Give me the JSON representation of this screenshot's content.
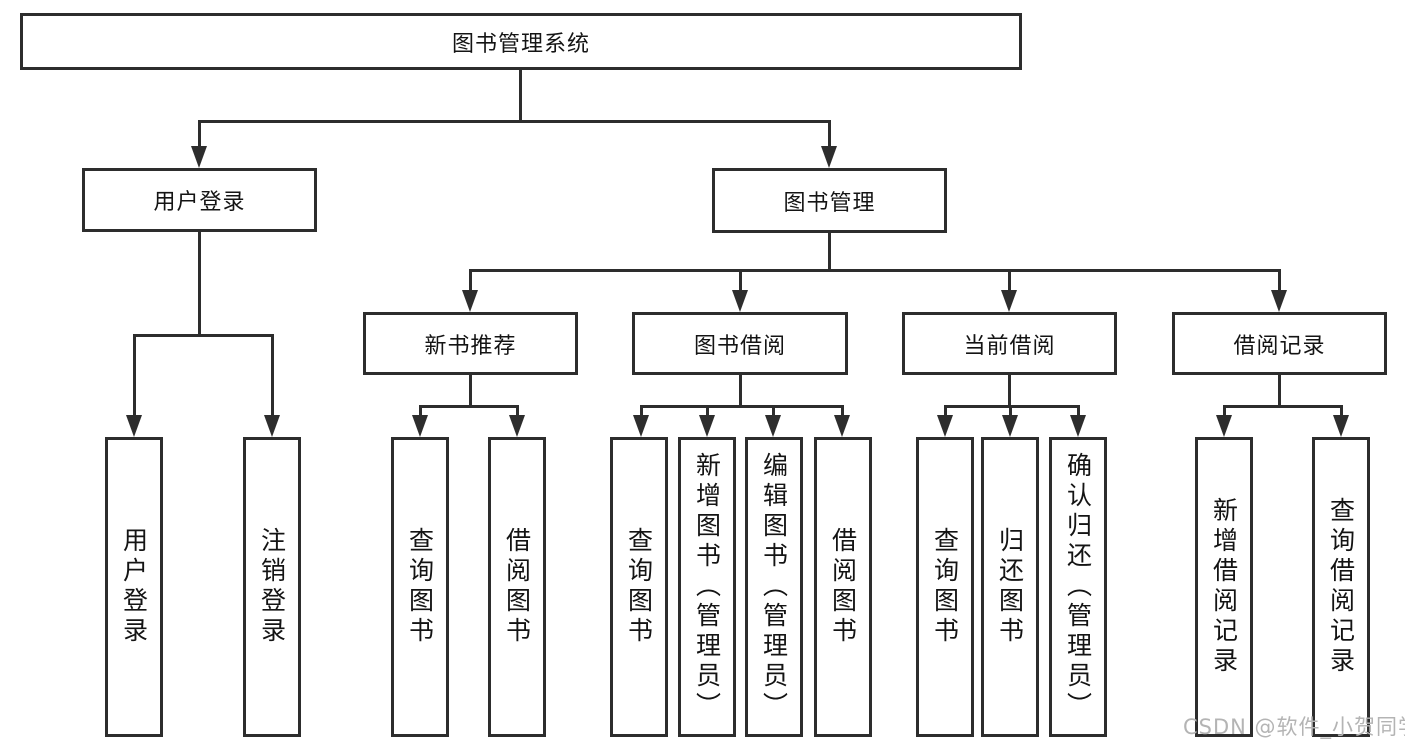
{
  "diagram": {
    "type": "tree",
    "title": "图书管理系统",
    "colors": {
      "line": "#2d2d2d",
      "text": "#141414",
      "background": "#ffffff",
      "watermark": "#b4b4b4"
    },
    "nodes": {
      "root": {
        "label": "图书管理系统"
      },
      "user_login": {
        "label": "用户登录"
      },
      "book_management": {
        "label": "图书管理"
      },
      "new_book_recommendation": {
        "label": "新书推荐"
      },
      "book_borrowing": {
        "label": "图书借阅"
      },
      "current_borrowing": {
        "label": "当前借阅"
      },
      "borrowing_records": {
        "label": "借阅记录"
      },
      "leaf_user_login": {
        "label": "用户登录",
        "parent": "user_login"
      },
      "leaf_logout": {
        "label": "注销登录",
        "parent": "user_login"
      },
      "leaf_query_books_1": {
        "label": "查询图书",
        "parent": "new_book_recommendation"
      },
      "leaf_borrow_books_1": {
        "label": "借阅图书",
        "parent": "new_book_recommendation"
      },
      "leaf_query_books_2": {
        "label": "查询图书",
        "parent": "book_borrowing"
      },
      "leaf_add_books_admin": {
        "label": "新增图书（管理员）",
        "parent": "book_borrowing"
      },
      "leaf_edit_books_admin": {
        "label": "编辑图书（管理员）",
        "parent": "book_borrowing"
      },
      "leaf_borrow_books_2": {
        "label": "借阅图书",
        "parent": "book_borrowing"
      },
      "leaf_query_books_3": {
        "label": "查询图书",
        "parent": "current_borrowing"
      },
      "leaf_return_books": {
        "label": "归还图书",
        "parent": "current_borrowing"
      },
      "leaf_confirm_return_admin": {
        "label": "确认归还（管理员）",
        "parent": "current_borrowing"
      },
      "leaf_add_borrowing_record": {
        "label": "新增借阅记录",
        "parent": "borrowing_records"
      },
      "leaf_query_borrowing_record": {
        "label": "查询借阅记录",
        "parent": "borrowing_records"
      }
    },
    "watermark": {
      "text": "CSDN @软件_小贺同学"
    }
  }
}
